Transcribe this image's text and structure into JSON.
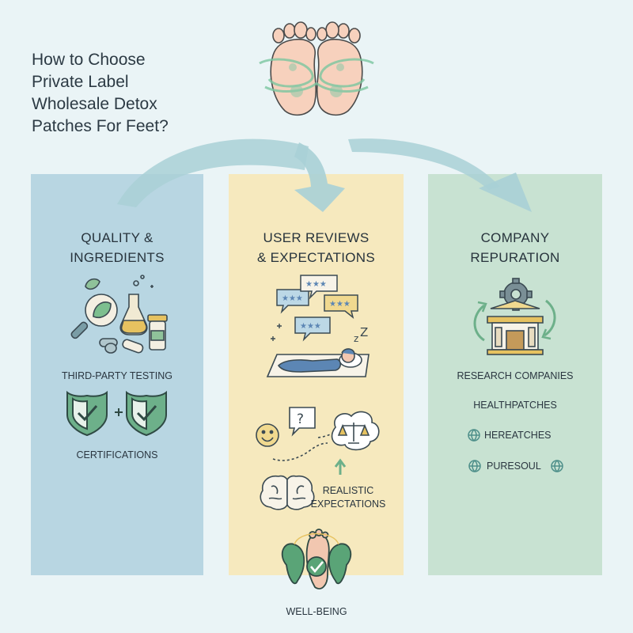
{
  "title_lines": [
    "How to Choose",
    "Private Label",
    "Wholesale Detox",
    "Patches For Feet?"
  ],
  "columns": [
    {
      "heading_lines": [
        "QUALITY &",
        "INGREDIENTS"
      ],
      "items": [
        "THIRD-PARTY TESTING",
        "CERTIFICATIONS"
      ],
      "color": "#b8d6e2"
    },
    {
      "heading_lines": [
        "USER REVIEWS",
        "& EXPECTATIONS"
      ],
      "items": [
        "REALISTIC",
        "EXPECTATIONS"
      ],
      "color": "#f6e9be"
    },
    {
      "heading_lines": [
        "COMPANY",
        "REPURATION"
      ],
      "items": [
        "RESEARCH COMPANIES",
        "HEALTHPATCHES",
        "HEREATCHES",
        "PURESOUL"
      ],
      "color": "#c8e2d2"
    }
  ],
  "footer_label": "WELL-BEING",
  "icon_names": [
    "feet-icon",
    "magnifier-leaf-icon",
    "flask-icon",
    "pill-bottle-icon",
    "shield-check-icon",
    "review-bubbles-icon",
    "sleeping-person-icon",
    "smiley-icon",
    "question-bubble-icon",
    "scale-icon",
    "brain-icon",
    "gear-icon",
    "building-icon",
    "globe-icon",
    "foot-leaf-icon"
  ]
}
